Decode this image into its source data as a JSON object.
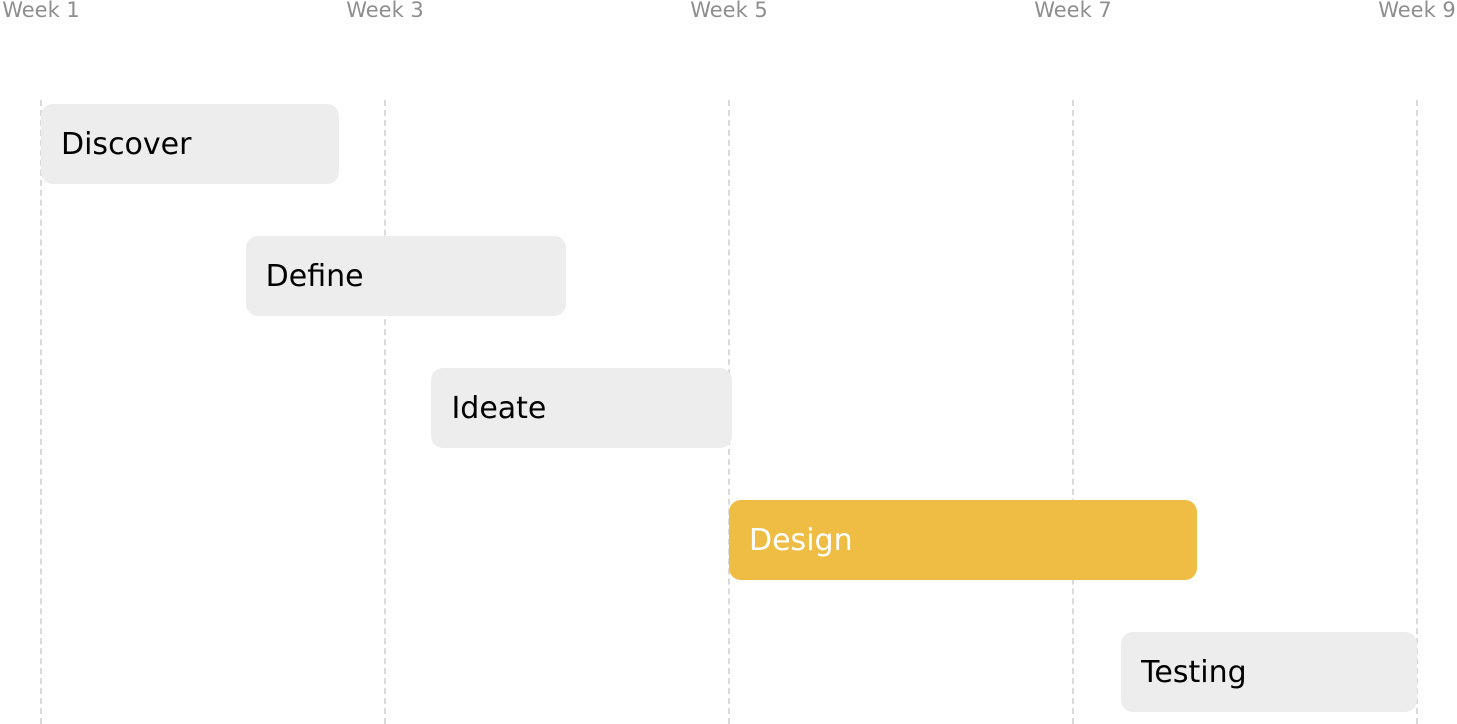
{
  "chart_data": {
    "type": "gantt",
    "x_axis": {
      "unit": "week",
      "range": [
        1,
        9
      ],
      "ticks": [
        {
          "value": 1,
          "label": "Week 1"
        },
        {
          "value": 3,
          "label": "Week 3"
        },
        {
          "value": 5,
          "label": "Week 5"
        },
        {
          "value": 7,
          "label": "Week 7"
        },
        {
          "value": 9,
          "label": "Week 9"
        }
      ],
      "grid": "dashed vertical lines at tick positions"
    },
    "tasks": [
      {
        "name": "Discover",
        "start": 1.0,
        "end": 2.73,
        "highlighted": false
      },
      {
        "name": "Define",
        "start": 2.19,
        "end": 4.05,
        "highlighted": false
      },
      {
        "name": "Ideate",
        "start": 3.27,
        "end": 5.02,
        "highlighted": false
      },
      {
        "name": "Design",
        "start": 5.0,
        "end": 7.72,
        "highlighted": true
      },
      {
        "name": "Testing",
        "start": 7.28,
        "end": 9.0,
        "highlighted": false
      }
    ],
    "colors": {
      "default_bar": "#ededed",
      "highlight_bar": "#efbd43",
      "tick_label": "#8e8e8e",
      "grid": "#dadada"
    }
  }
}
